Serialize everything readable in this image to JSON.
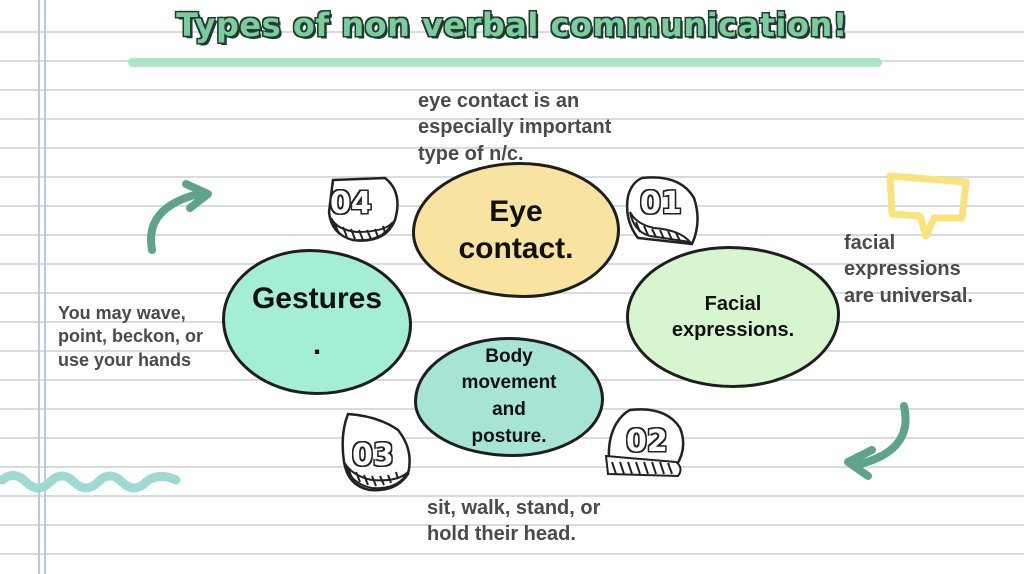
{
  "title": "Types of non verbal communication!",
  "colors": {
    "title_fill": "#7ccd9c",
    "eye_contact": "#f9e3a0",
    "facial": "#d7f6cf",
    "body": "#a8e4d6",
    "gestures": "#a4eed6",
    "arrow": "#5fa48a",
    "speech_icon": "#fbe37c",
    "wave": "#9fd9d4"
  },
  "bubbles": {
    "eye_contact": "Eye contact.",
    "facial_expressions": "Facial expressions.",
    "body_movement": "Body movement and posture.",
    "gestures": "Gestures ."
  },
  "numbers": {
    "n01": "01",
    "n02": "02",
    "n03": "03",
    "n04": "04"
  },
  "notes": {
    "eye_contact": "eye contact is an especially important type of n/c.",
    "facial": "facial expressions are universal.",
    "gestures": "You may wave, point, beckon, or use your hands",
    "body": "sit, walk, stand, or hold their head."
  },
  "icons": [
    "curved-arrow-icon",
    "speech-bubble-icon",
    "wave-squiggle-icon"
  ]
}
